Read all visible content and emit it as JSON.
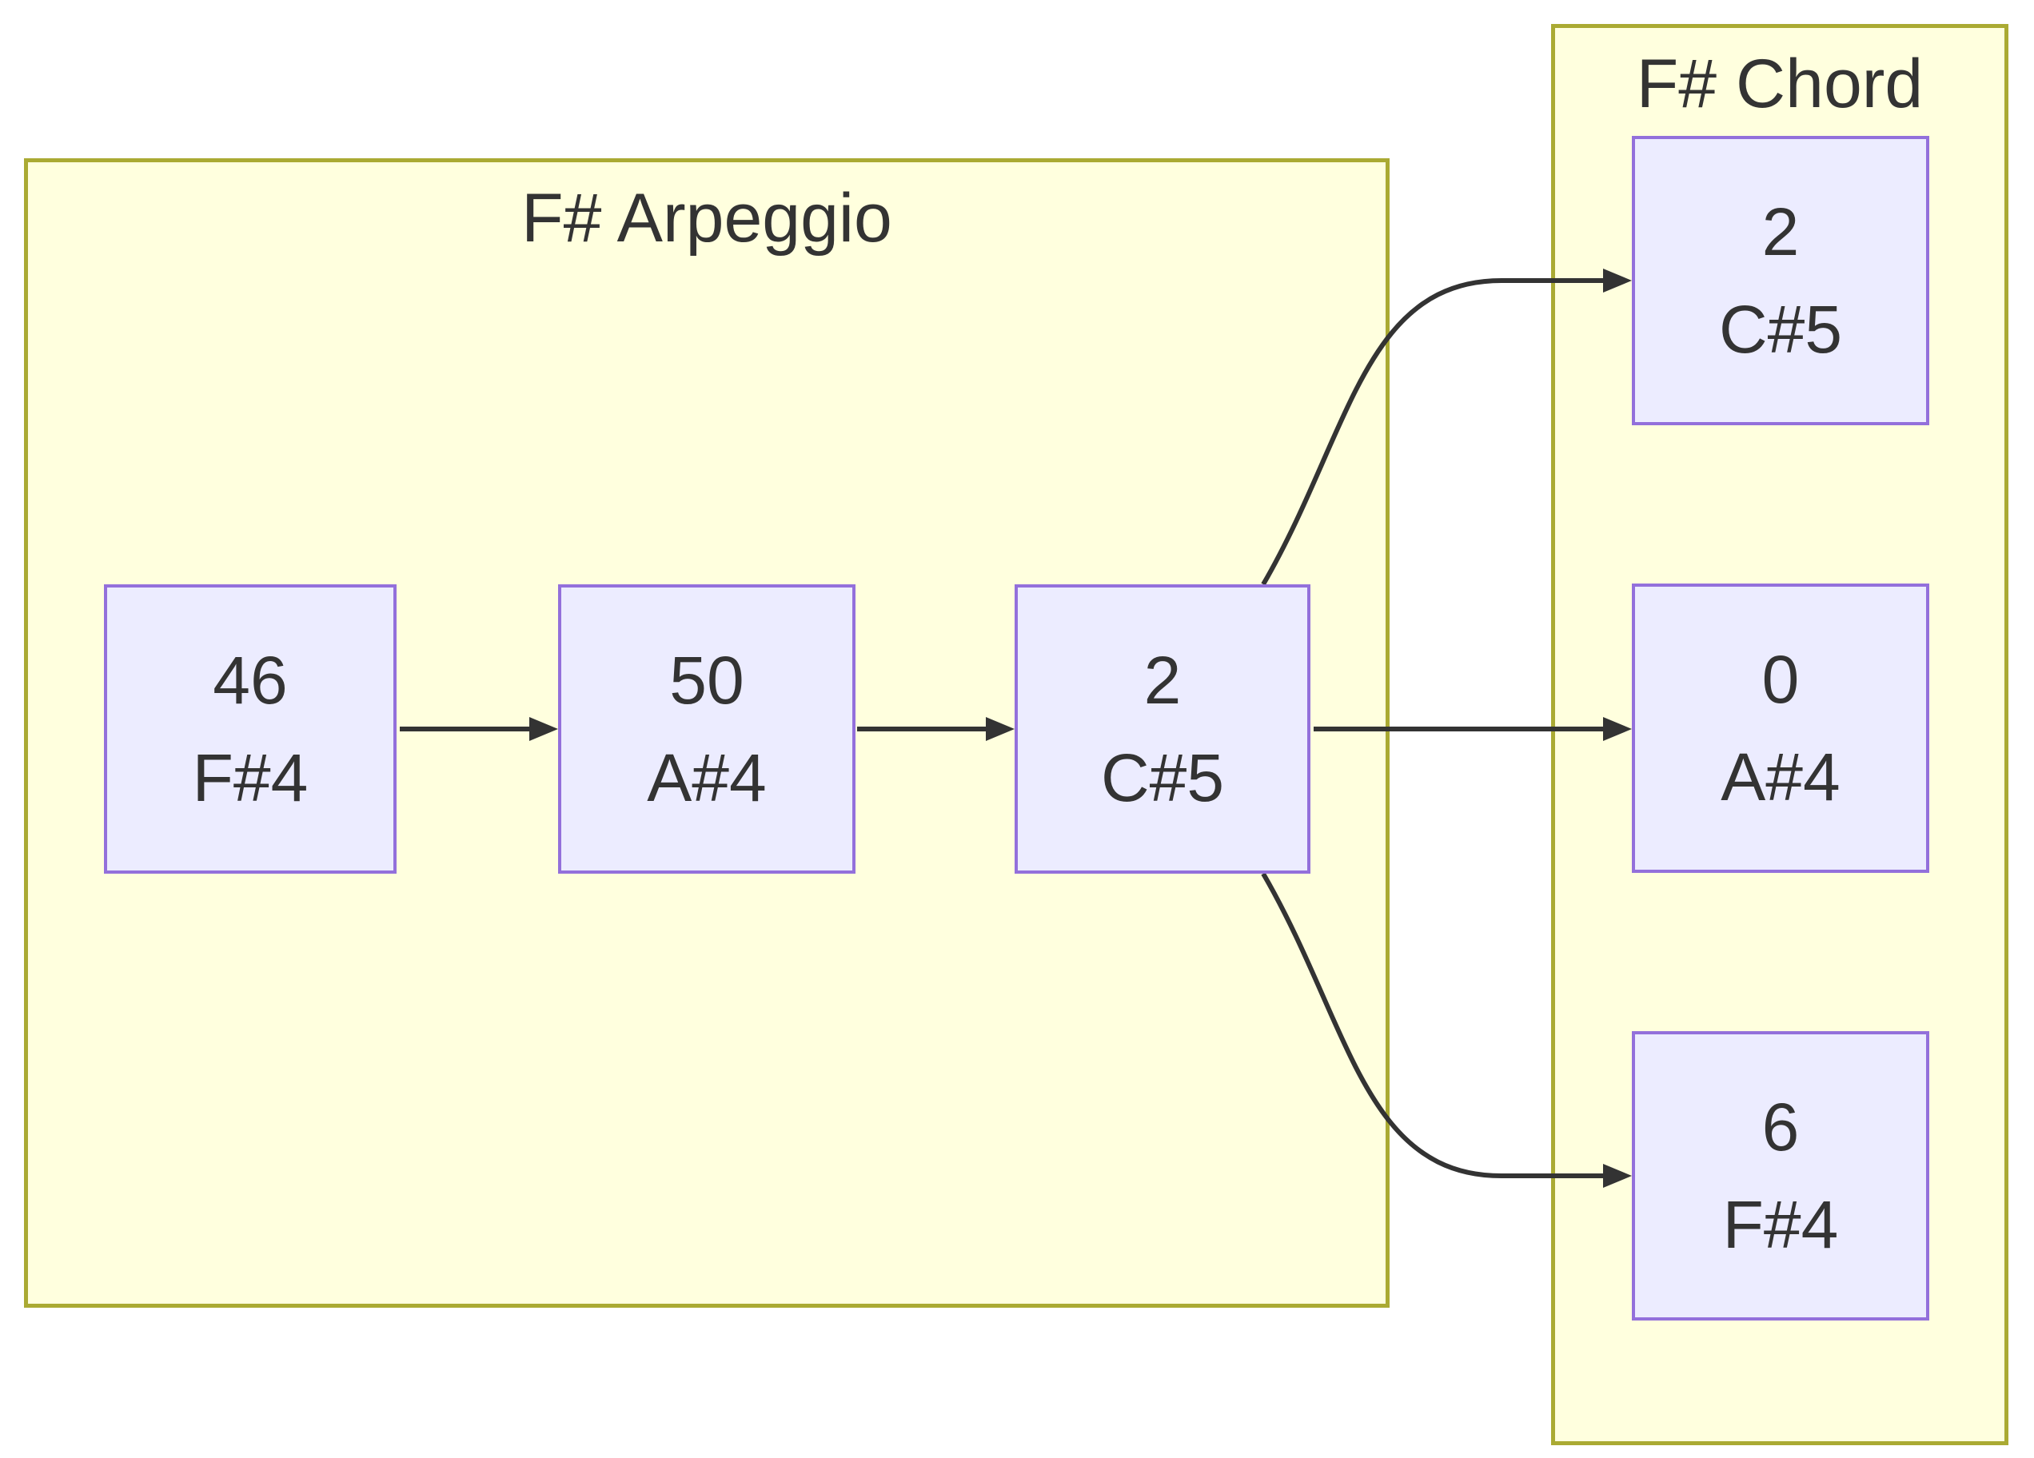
{
  "diagram": {
    "type": "flowchart",
    "direction": "LR",
    "clusters": [
      {
        "id": "arpeggio",
        "title": "F# Arpeggio"
      },
      {
        "id": "chord",
        "title": "F# Chord"
      }
    ],
    "nodes": [
      {
        "cluster": "arpeggio",
        "value": "46",
        "note": "F#4"
      },
      {
        "cluster": "arpeggio",
        "value": "50",
        "note": "A#4"
      },
      {
        "cluster": "arpeggio",
        "value": "2",
        "note": "C#5"
      },
      {
        "cluster": "chord",
        "value": "2",
        "note": "C#5"
      },
      {
        "cluster": "chord",
        "value": "0",
        "note": "A#4"
      },
      {
        "cluster": "chord",
        "value": "6",
        "note": "F#4"
      }
    ],
    "edges": [
      {
        "from": "46 F#4 (arpeggio)",
        "to": "50 A#4 (arpeggio)"
      },
      {
        "from": "50 A#4 (arpeggio)",
        "to": "2 C#5 (arpeggio)"
      },
      {
        "from": "2 C#5 (arpeggio)",
        "to": "2 C#5 (chord)"
      },
      {
        "from": "2 C#5 (arpeggio)",
        "to": "0 A#4 (chord)"
      },
      {
        "from": "2 C#5 (arpeggio)",
        "to": "6 F#4 (chord)"
      }
    ]
  },
  "colors": {
    "cluster_fill": "#ffffde",
    "cluster_border": "#aaaa33",
    "node_fill": "#ececff",
    "node_border": "#9370db",
    "edge": "#333333",
    "text": "#333333"
  }
}
